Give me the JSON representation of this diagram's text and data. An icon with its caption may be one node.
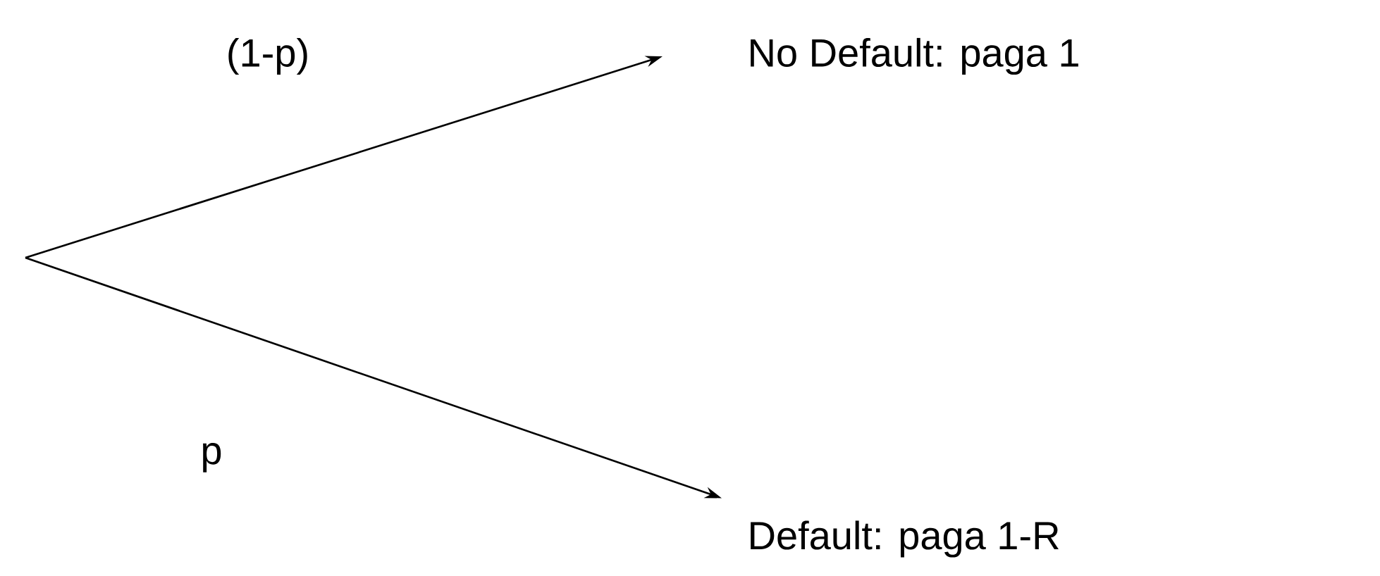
{
  "diagram": {
    "nodes": [
      {
        "text": [
          "No Default: paga 1"
        ]
      },
      {
        "text": [
          "Default: paga 1-R"
        ]
      }
    ],
    "edges": [
      {
        "from": null,
        "to": 0,
        "arrow": "to",
        "label": "(1-p)"
      },
      {
        "from": null,
        "to": 1,
        "arrow": "to",
        "label": "p"
      }
    ]
  }
}
